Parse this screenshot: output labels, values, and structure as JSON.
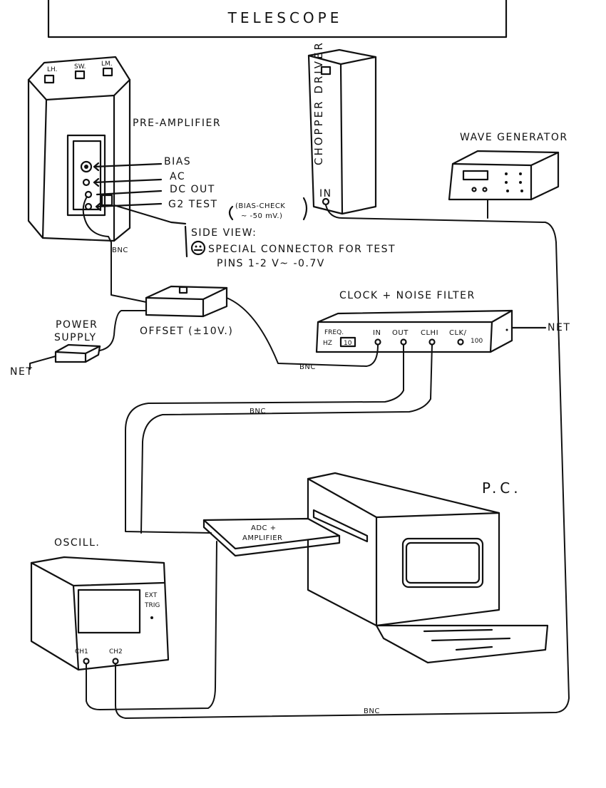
{
  "title": "TELESCOPE",
  "labels": {
    "preamp": "PRE-AMPLIFIER",
    "preamp_top": [
      "LH.",
      "SW.",
      "LM."
    ],
    "bias": "BIAS",
    "ac": "AC",
    "dc_out": "DC OUT",
    "g2_test": "G2 TEST",
    "bias_check": "(BIAS-CHECK",
    "bias_check_val": "~ -50 mV.)",
    "side_view": "SIDE VIEW:",
    "special_connector": "SPECIAL CONNECTOR FOR TEST",
    "pins": "PINS 1-2  V~ -0.7V",
    "chopper_driver": "CHOPPER DRIVER",
    "chopper_in": "IN",
    "wave_generator": "WAVE GENERATOR",
    "bnc_1": "BNC",
    "bnc_2": "BNC",
    "bnc_3": "BNC",
    "bnc_4": "BNC",
    "clock_noise_filter": "CLOCK + NOISE FILTER",
    "freq": "FREQ.",
    "freq_box": "10",
    "freq_unit": "HZ",
    "filter_ports": [
      "IN",
      "OUT",
      "CLHI",
      "CLK/"
    ],
    "filter_div": "100",
    "net_1": "NET",
    "net_2": "NET",
    "offset": "OFFSET (±10V.)",
    "power_supply": "POWER SUPPLY",
    "pc": "P.C.",
    "adc_amplifier_1": "ADC +",
    "adc_amplifier_2": "AMPLIFIER",
    "oscill": "OSCILL.",
    "ext_trig_1": "EXT",
    "ext_trig_2": "TRIG",
    "ch1": "CH1",
    "ch2": "CH2"
  }
}
